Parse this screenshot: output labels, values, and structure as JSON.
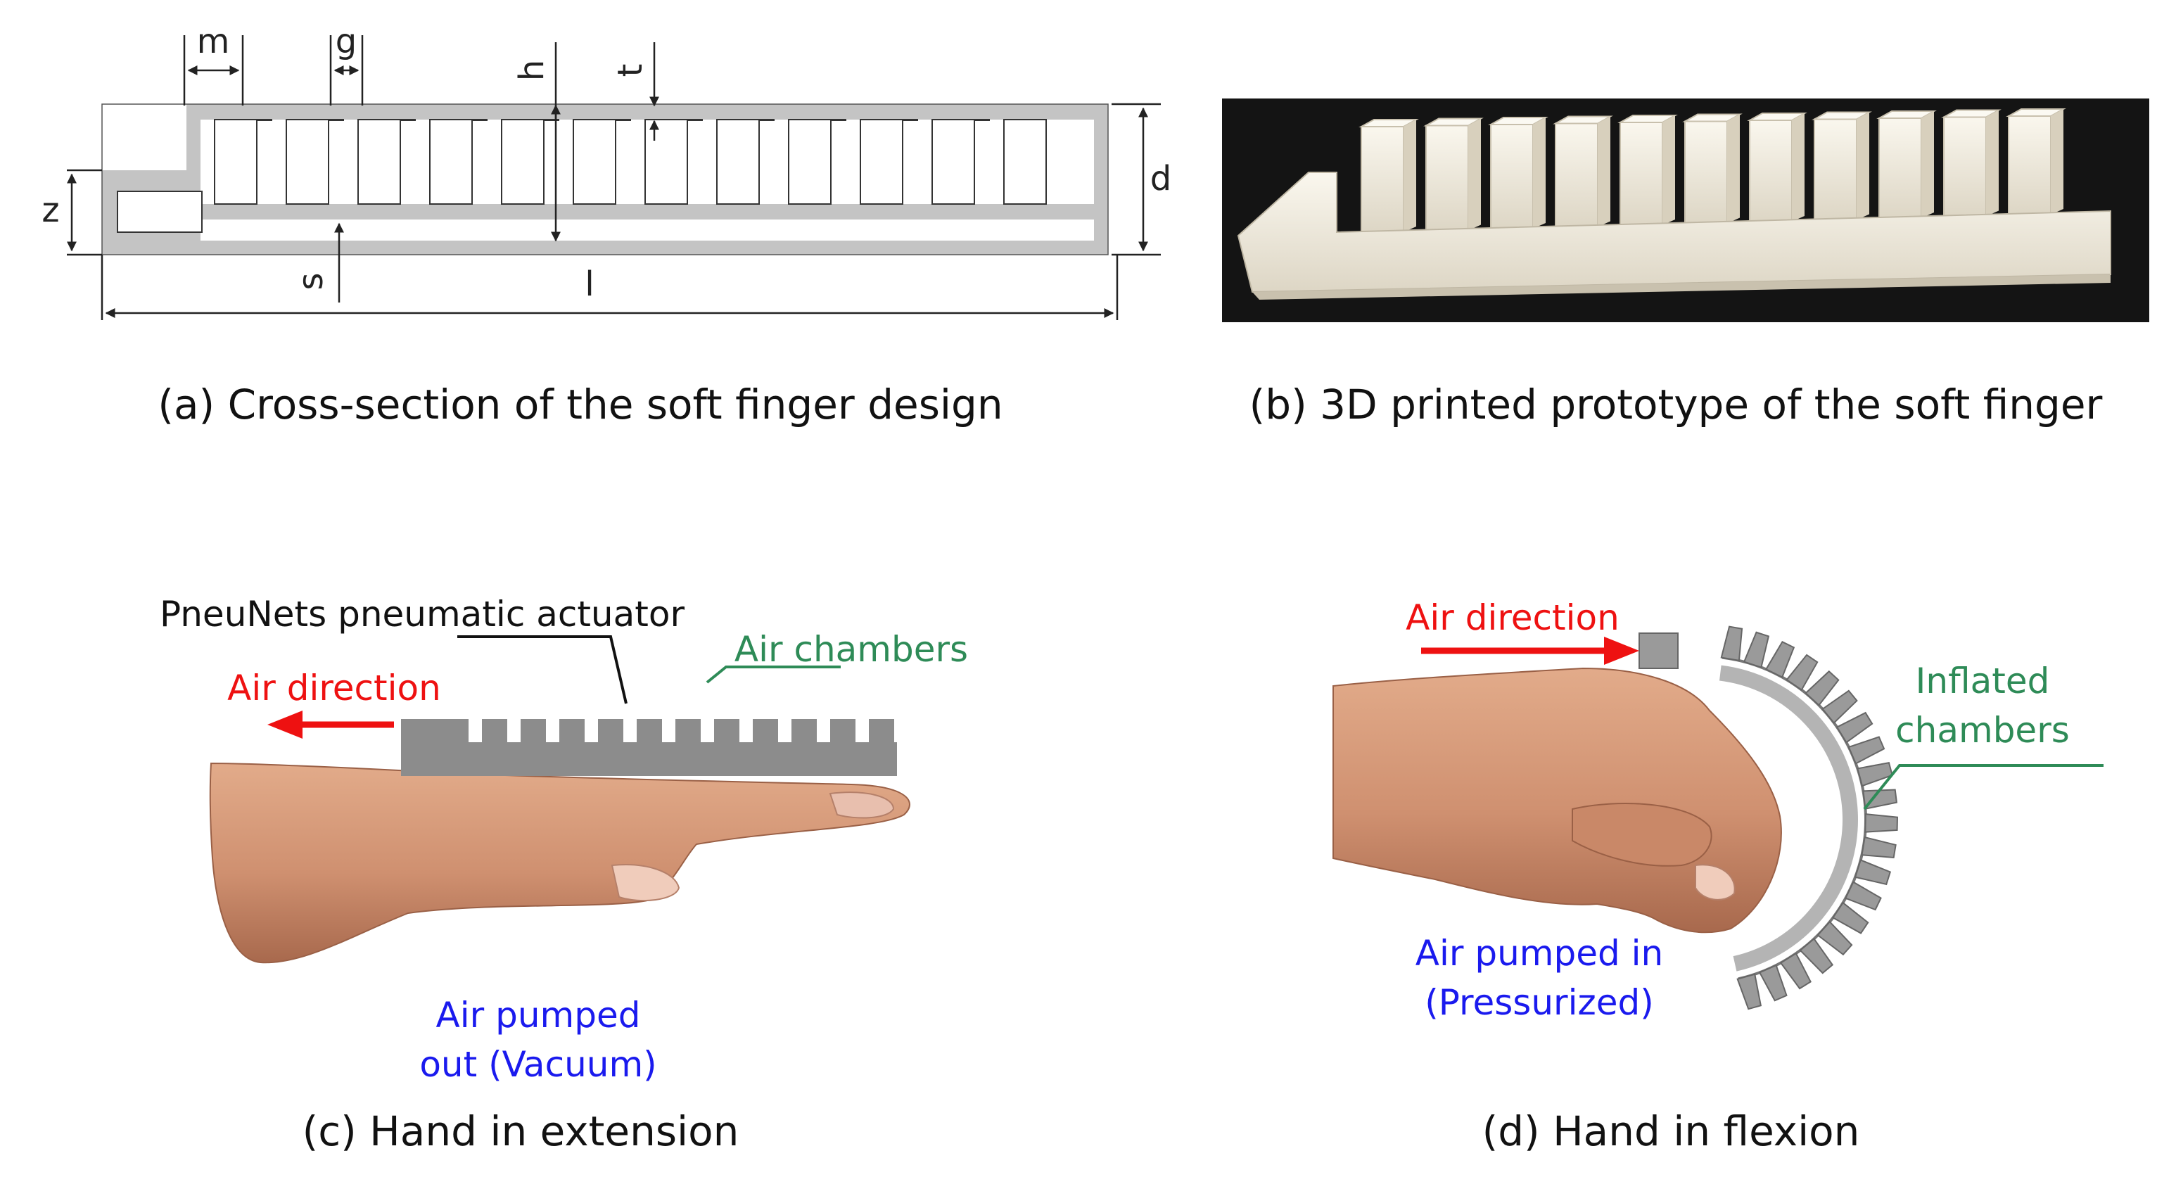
{
  "panels": {
    "a": {
      "caption": "(a) Cross-section of the soft finger design",
      "dimensions": {
        "m": "m",
        "g": "g",
        "h": "h",
        "t": "t",
        "d": "d",
        "z": "z",
        "s": "s",
        "l": "l"
      }
    },
    "b": {
      "caption": "(b) 3D printed prototype of the soft finger"
    },
    "c": {
      "caption": "(c) Hand in extension",
      "actuator_label": "PneuNets pneumatic actuator",
      "chambers_label": "Air chambers",
      "air_direction": "Air direction",
      "air_state_line1": "Air pumped",
      "air_state_line2": "out (Vacuum)"
    },
    "d": {
      "caption": "(d) Hand in flexion",
      "air_direction": "Air direction",
      "chambers_line1": "Inflated",
      "chambers_line2": "chambers",
      "air_state_line1": "Air pumped in",
      "air_state_line2": "(Pressurized)"
    }
  },
  "colors": {
    "air_direction": "#ee1111",
    "chambers_label": "#2e8b57",
    "air_state": "#1a1aee",
    "actuator_gray": "#8c8c8c",
    "photo_background": "#141414",
    "prototype_white": "#f1ede2"
  },
  "chambers_count": 12
}
